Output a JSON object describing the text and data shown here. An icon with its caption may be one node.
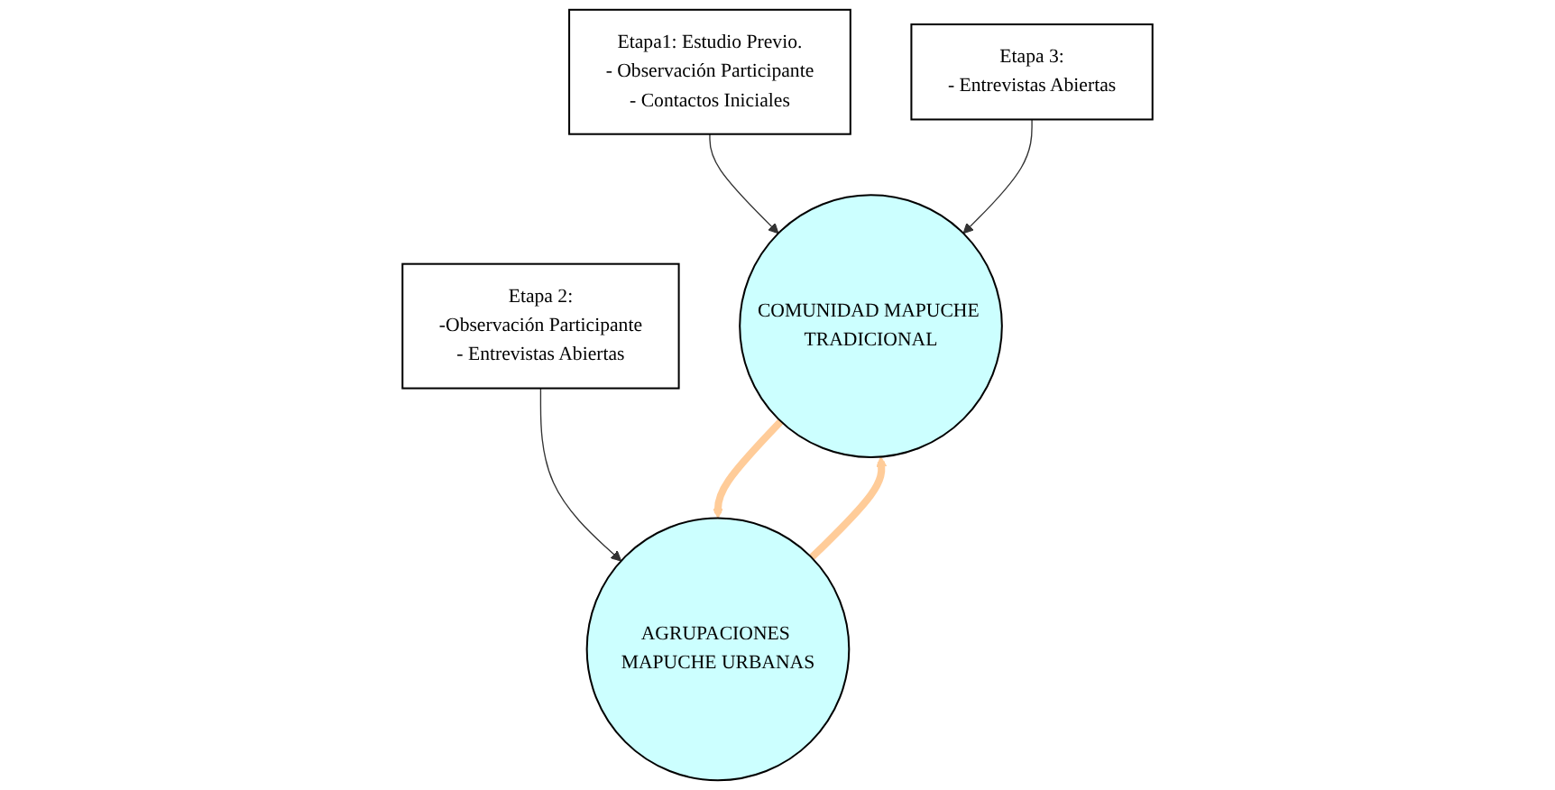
{
  "diagram": {
    "nodes": [
      {
        "text": [
          "Etapa1: Estudio Previo.",
          "- Observación Participante",
          "- Contactos Iniciales"
        ]
      },
      {
        "text": [
          "COMUNIDAD MAPUCHE TRADICIONAL"
        ]
      },
      {
        "text": [
          "Etapa 2:",
          "-Observación Participante",
          "- Entrevistas Abiertas"
        ]
      },
      {
        "text": [
          "AGRUPACIONES MAPUCHE URBANAS"
        ]
      },
      {
        "text": [
          "Etapa 3:",
          "- Entrevistas Abiertas"
        ]
      }
    ],
    "edges": [
      {
        "from": 0,
        "to": 1,
        "arrow": "to"
      },
      {
        "from": 2,
        "to": 3,
        "arrow": "to"
      },
      {
        "from": 4,
        "to": 1,
        "arrow": "to"
      },
      {
        "from": 1,
        "to": 3,
        "arrow": "to",
        "style": "thick",
        "color": "#ffcc99"
      },
      {
        "from": 3,
        "to": 1,
        "arrow": "to",
        "style": "thick",
        "color": "#ffcc99"
      }
    ]
  }
}
